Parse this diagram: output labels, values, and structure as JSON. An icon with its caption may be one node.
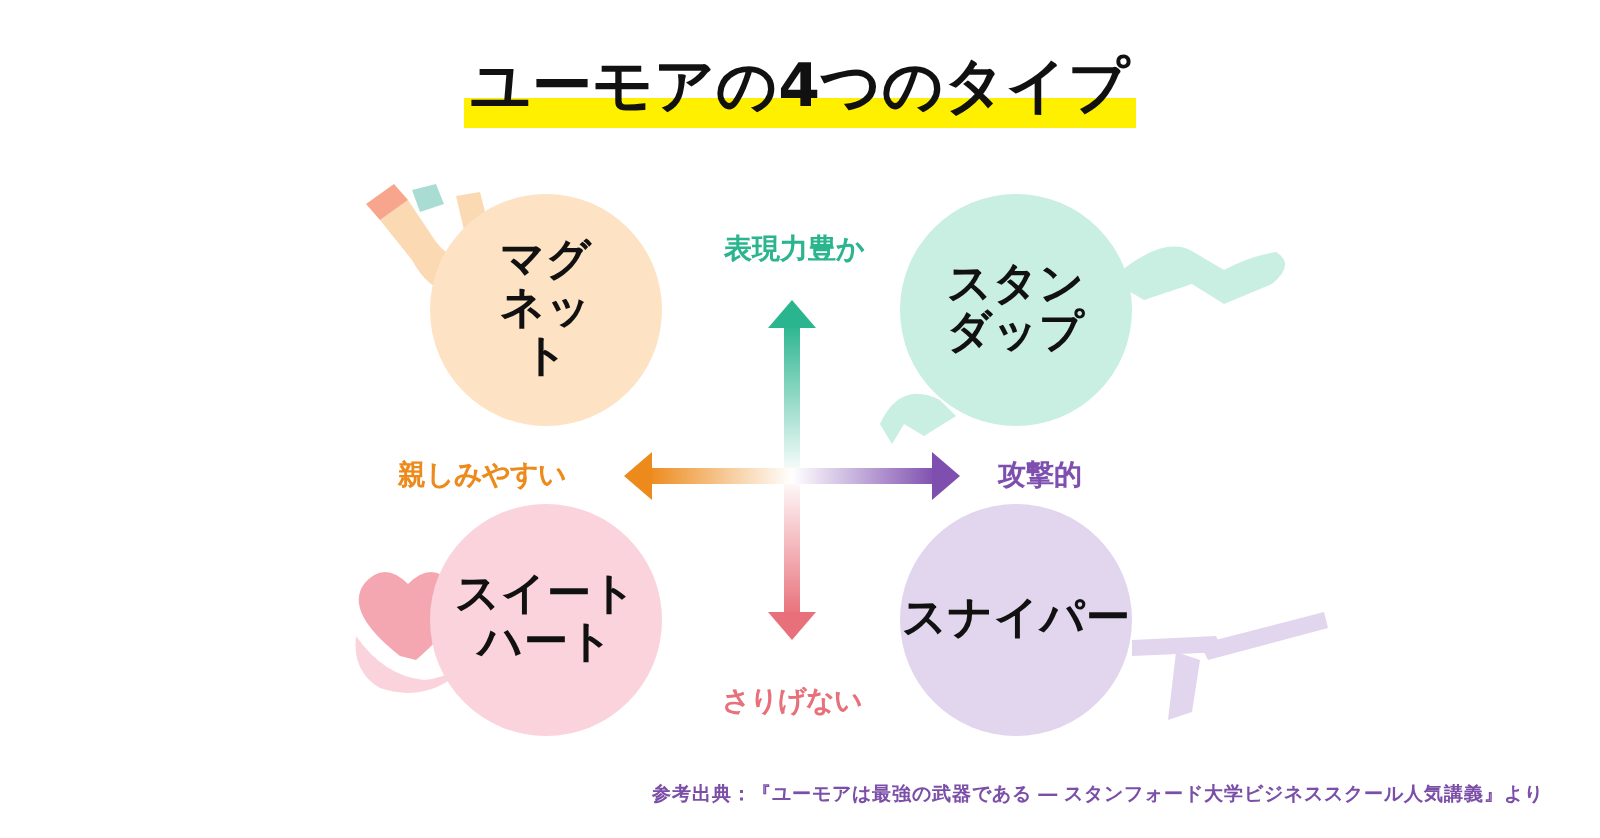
{
  "diagram": {
    "title": "ユーモアの4つのタイプ",
    "caption": "参考出典：『ユーモアは最強の武器である ― スタンフォード大学ビジネススクール人気講義』より",
    "nodes": [
      {
        "text": [
          "マグネット"
        ]
      },
      {
        "text": [
          "スタンダップ"
        ]
      },
      {
        "text": [
          "スイートハート"
        ]
      },
      {
        "text": [
          "スナイパー"
        ]
      }
    ],
    "edges": [],
    "labels": [
      "表現力豊か",
      "親しみやすい",
      "攻撃的",
      "さりげない"
    ]
  }
}
